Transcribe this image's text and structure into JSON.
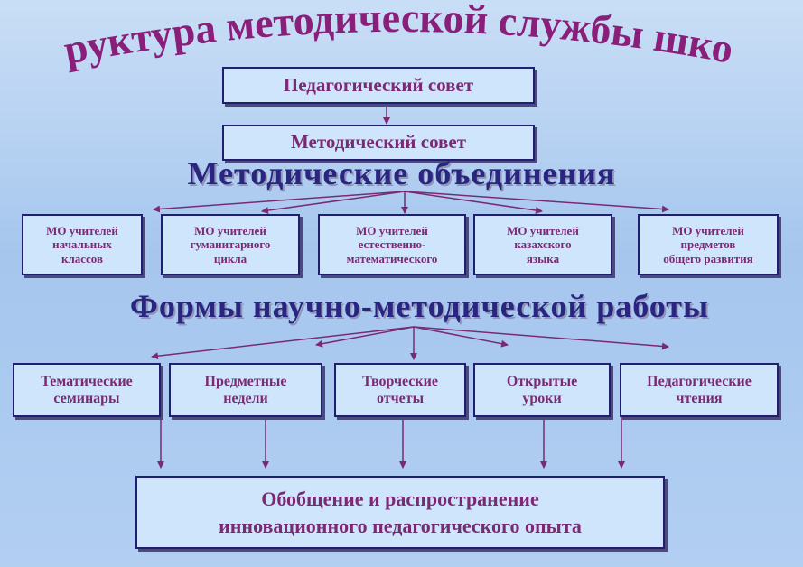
{
  "title": "Структура методической службы школы",
  "council": {
    "pedagogical": "Педагогический совет",
    "methodical": "Методический совет"
  },
  "associations": {
    "heading": "Методические объединения",
    "items": [
      [
        "МО учителей",
        "начальных",
        "классов"
      ],
      [
        "МО учителей",
        "гуманитарного",
        "цикла"
      ],
      [
        "МО учителей",
        "естественно-",
        "математического"
      ],
      [
        "МО учителей",
        "казахского",
        "языка"
      ],
      [
        "МО учителей",
        "предметов",
        "общего развития"
      ]
    ]
  },
  "forms": {
    "heading": "Формы научно-методической работы",
    "items": [
      [
        "Тематические",
        "семинары"
      ],
      [
        "Предметные",
        "недели"
      ],
      [
        "Творческие",
        "отчеты"
      ],
      [
        "Открытые",
        "уроки"
      ],
      [
        "Педагогические",
        "чтения"
      ]
    ]
  },
  "result": [
    "Обобщение и распространение",
    "инновационного педагогического опыта"
  ],
  "colors": {
    "title": "#8a1f7a",
    "box_text": "#7a2a73",
    "box_border": "#1f1f6e",
    "box_fill": "#cfe5fb",
    "heading": "#2a2680",
    "connector": "#7a2a73"
  }
}
